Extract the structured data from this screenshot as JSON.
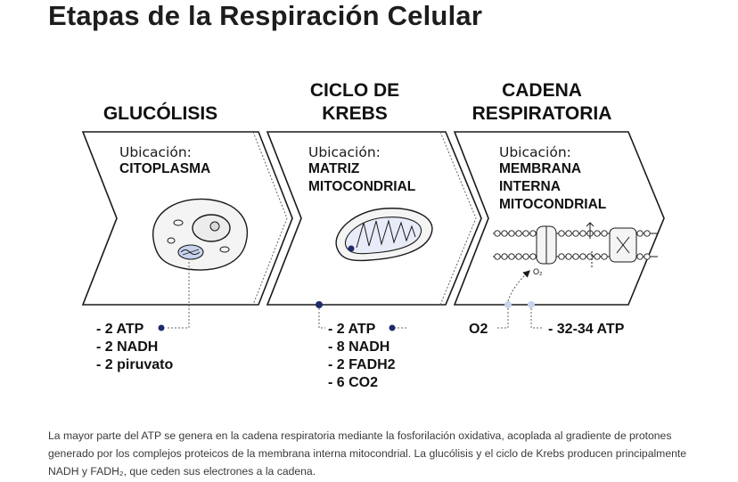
{
  "title": "Etapas de la Respiración Celular",
  "stages": [
    {
      "title_lines": [
        "GLUCÓLISIS"
      ],
      "location_label": "Ubicación:",
      "location_lines": [
        "CITOPLASMA"
      ],
      "products": [
        "- 2 ATP",
        "- 2 NADH",
        "- 2 piruvato"
      ]
    },
    {
      "title_lines": [
        "CICLO DE",
        "KREBS"
      ],
      "location_label": "Ubicación:",
      "location_lines": [
        "MATRIZ",
        "MITOCONDRIAL"
      ],
      "products": [
        "- 2 ATP",
        "- 8 NADH",
        "- 2 FADH2",
        "- 6 CO2"
      ]
    },
    {
      "title_lines": [
        "CADENA",
        "RESPIRATORIA"
      ],
      "location_label": "Ubicación:",
      "location_lines": [
        "MEMBRANA",
        "INTERNA",
        "MITOCONDRIAL"
      ],
      "inputs": [
        "O2"
      ],
      "products": [
        "- 32-34 ATP"
      ],
      "membrane_label": "O₂"
    }
  ],
  "caption": "La mayor parte del ATP se genera en la cadena respiratoria mediante la fosforilación oxidativa, acoplada al gradiente de protones generado por los complejos proteicos de la membrana interna mitocondrial. La glucólisis y el ciclo de Krebs producen principalmente NADH y FADH₂, que ceden sus electrones a la cadena.",
  "colors": {
    "accent_dot": "#1f2b6b",
    "light_dot": "#c9d3ee",
    "membrane_fill": "#e8ecf8",
    "stroke": "#1a1a1a"
  }
}
